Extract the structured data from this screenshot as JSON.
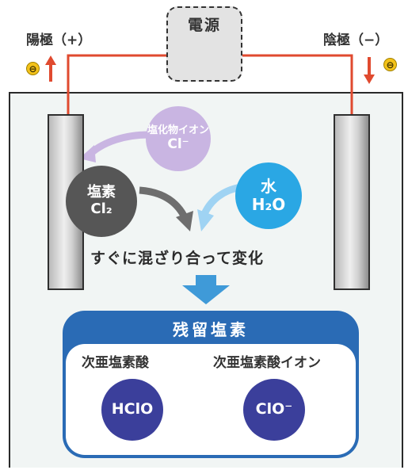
{
  "power": {
    "label": "電源"
  },
  "anode": {
    "label": "陽極（+）",
    "electron_sign": "⊖"
  },
  "cathode": {
    "label": "陰極（−）",
    "electron_sign": "⊖"
  },
  "chloride_ion": {
    "name": "塩化物イオン",
    "formula": "Cl⁻"
  },
  "chlorine": {
    "name": "塩素",
    "formula": "Cl₂"
  },
  "water": {
    "name": "水",
    "formula": "H₂O"
  },
  "caption": "すぐに混ざり合って変化",
  "residual": {
    "title": "残留塩素",
    "items": [
      {
        "name": "次亜塩素酸",
        "formula": "HClO"
      },
      {
        "name": "次亜塩素酸イオン",
        "formula": "ClO⁻"
      }
    ]
  },
  "colors": {
    "wire": "#e04a2f",
    "chloride_circle": "#c9b5e2",
    "chlorine_circle": "#565656",
    "water_circle": "#2aa7e4",
    "panel": "#2a6bb5",
    "formula_circle": "#3b3f9b",
    "down_arrow": "#3f9ad8"
  }
}
